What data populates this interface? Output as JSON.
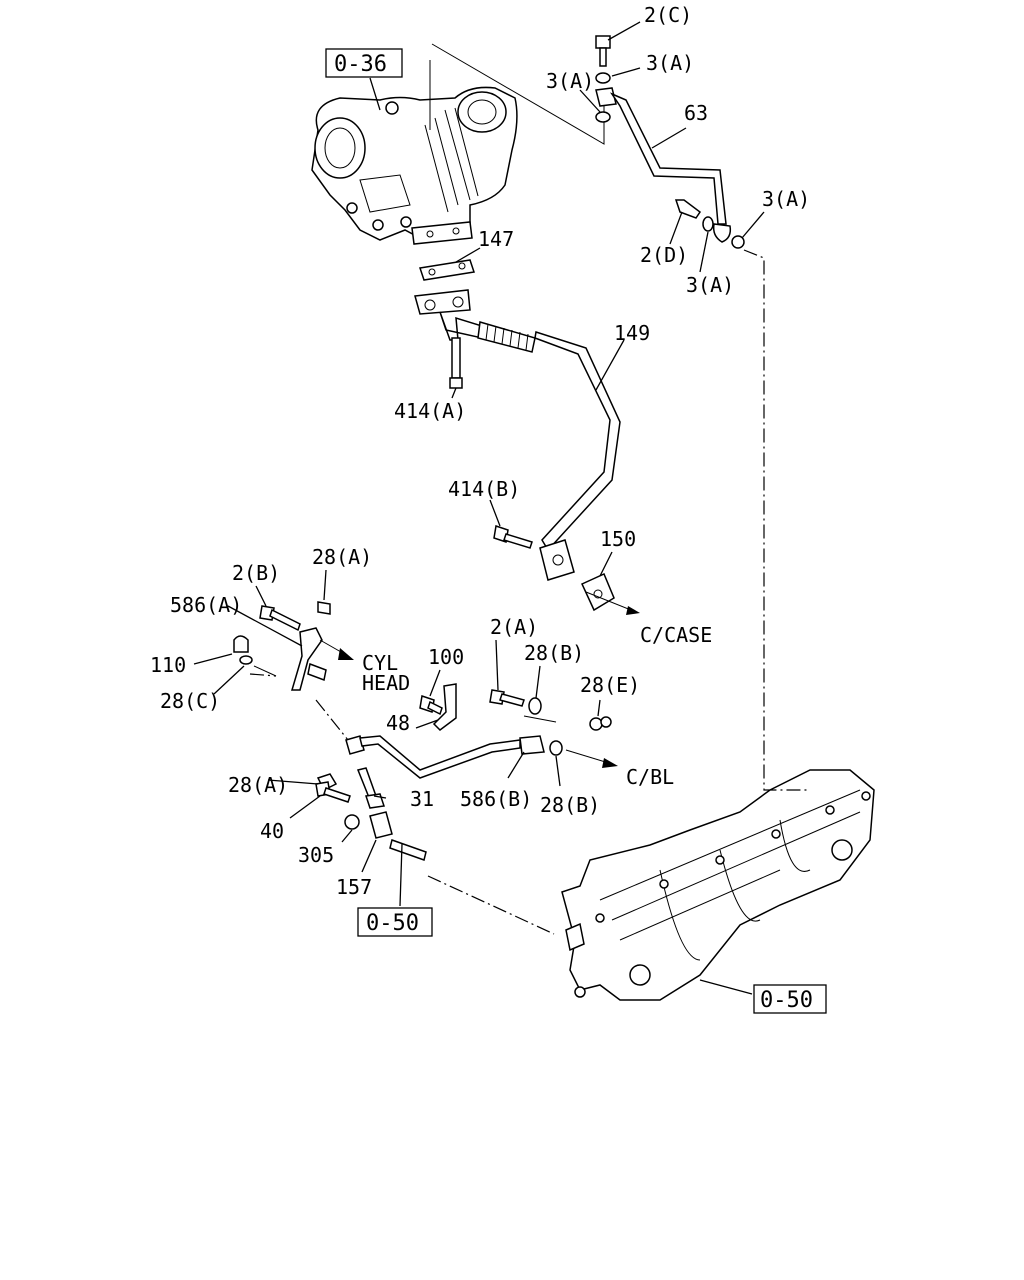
{
  "refs": {
    "ref_0_36": "0-36",
    "ref_0_50_left": "0-50",
    "ref_0_50_right": "0-50"
  },
  "callouts": {
    "c_2C": "2(C)",
    "c_3A_top": "3(A)",
    "c_3A_left": "3(A)",
    "c_63": "63",
    "c_3A_right": "3(A)",
    "c_2D": "2(D)",
    "c_3A_lower": "3(A)",
    "c_147": "147",
    "c_149": "149",
    "c_414A": "414(A)",
    "c_414B": "414(B)",
    "c_150": "150",
    "c_2B": "2(B)",
    "c_28A_top": "28(A)",
    "c_586A": "586(A)",
    "c_110": "110",
    "c_28C": "28(C)",
    "c_100": "100",
    "c_2A": "2(A)",
    "c_28B_top": "28(B)",
    "c_28E": "28(E)",
    "c_48": "48",
    "c_28A_low": "28(A)",
    "c_31": "31",
    "c_586B": "586(B)",
    "c_28B_low": "28(B)",
    "c_40": "40",
    "c_305": "305",
    "c_157": "157"
  },
  "destinations": {
    "c_case": "C/CASE",
    "cyl": "CYL",
    "head": "HEAD",
    "c_bl": "C/BL"
  }
}
